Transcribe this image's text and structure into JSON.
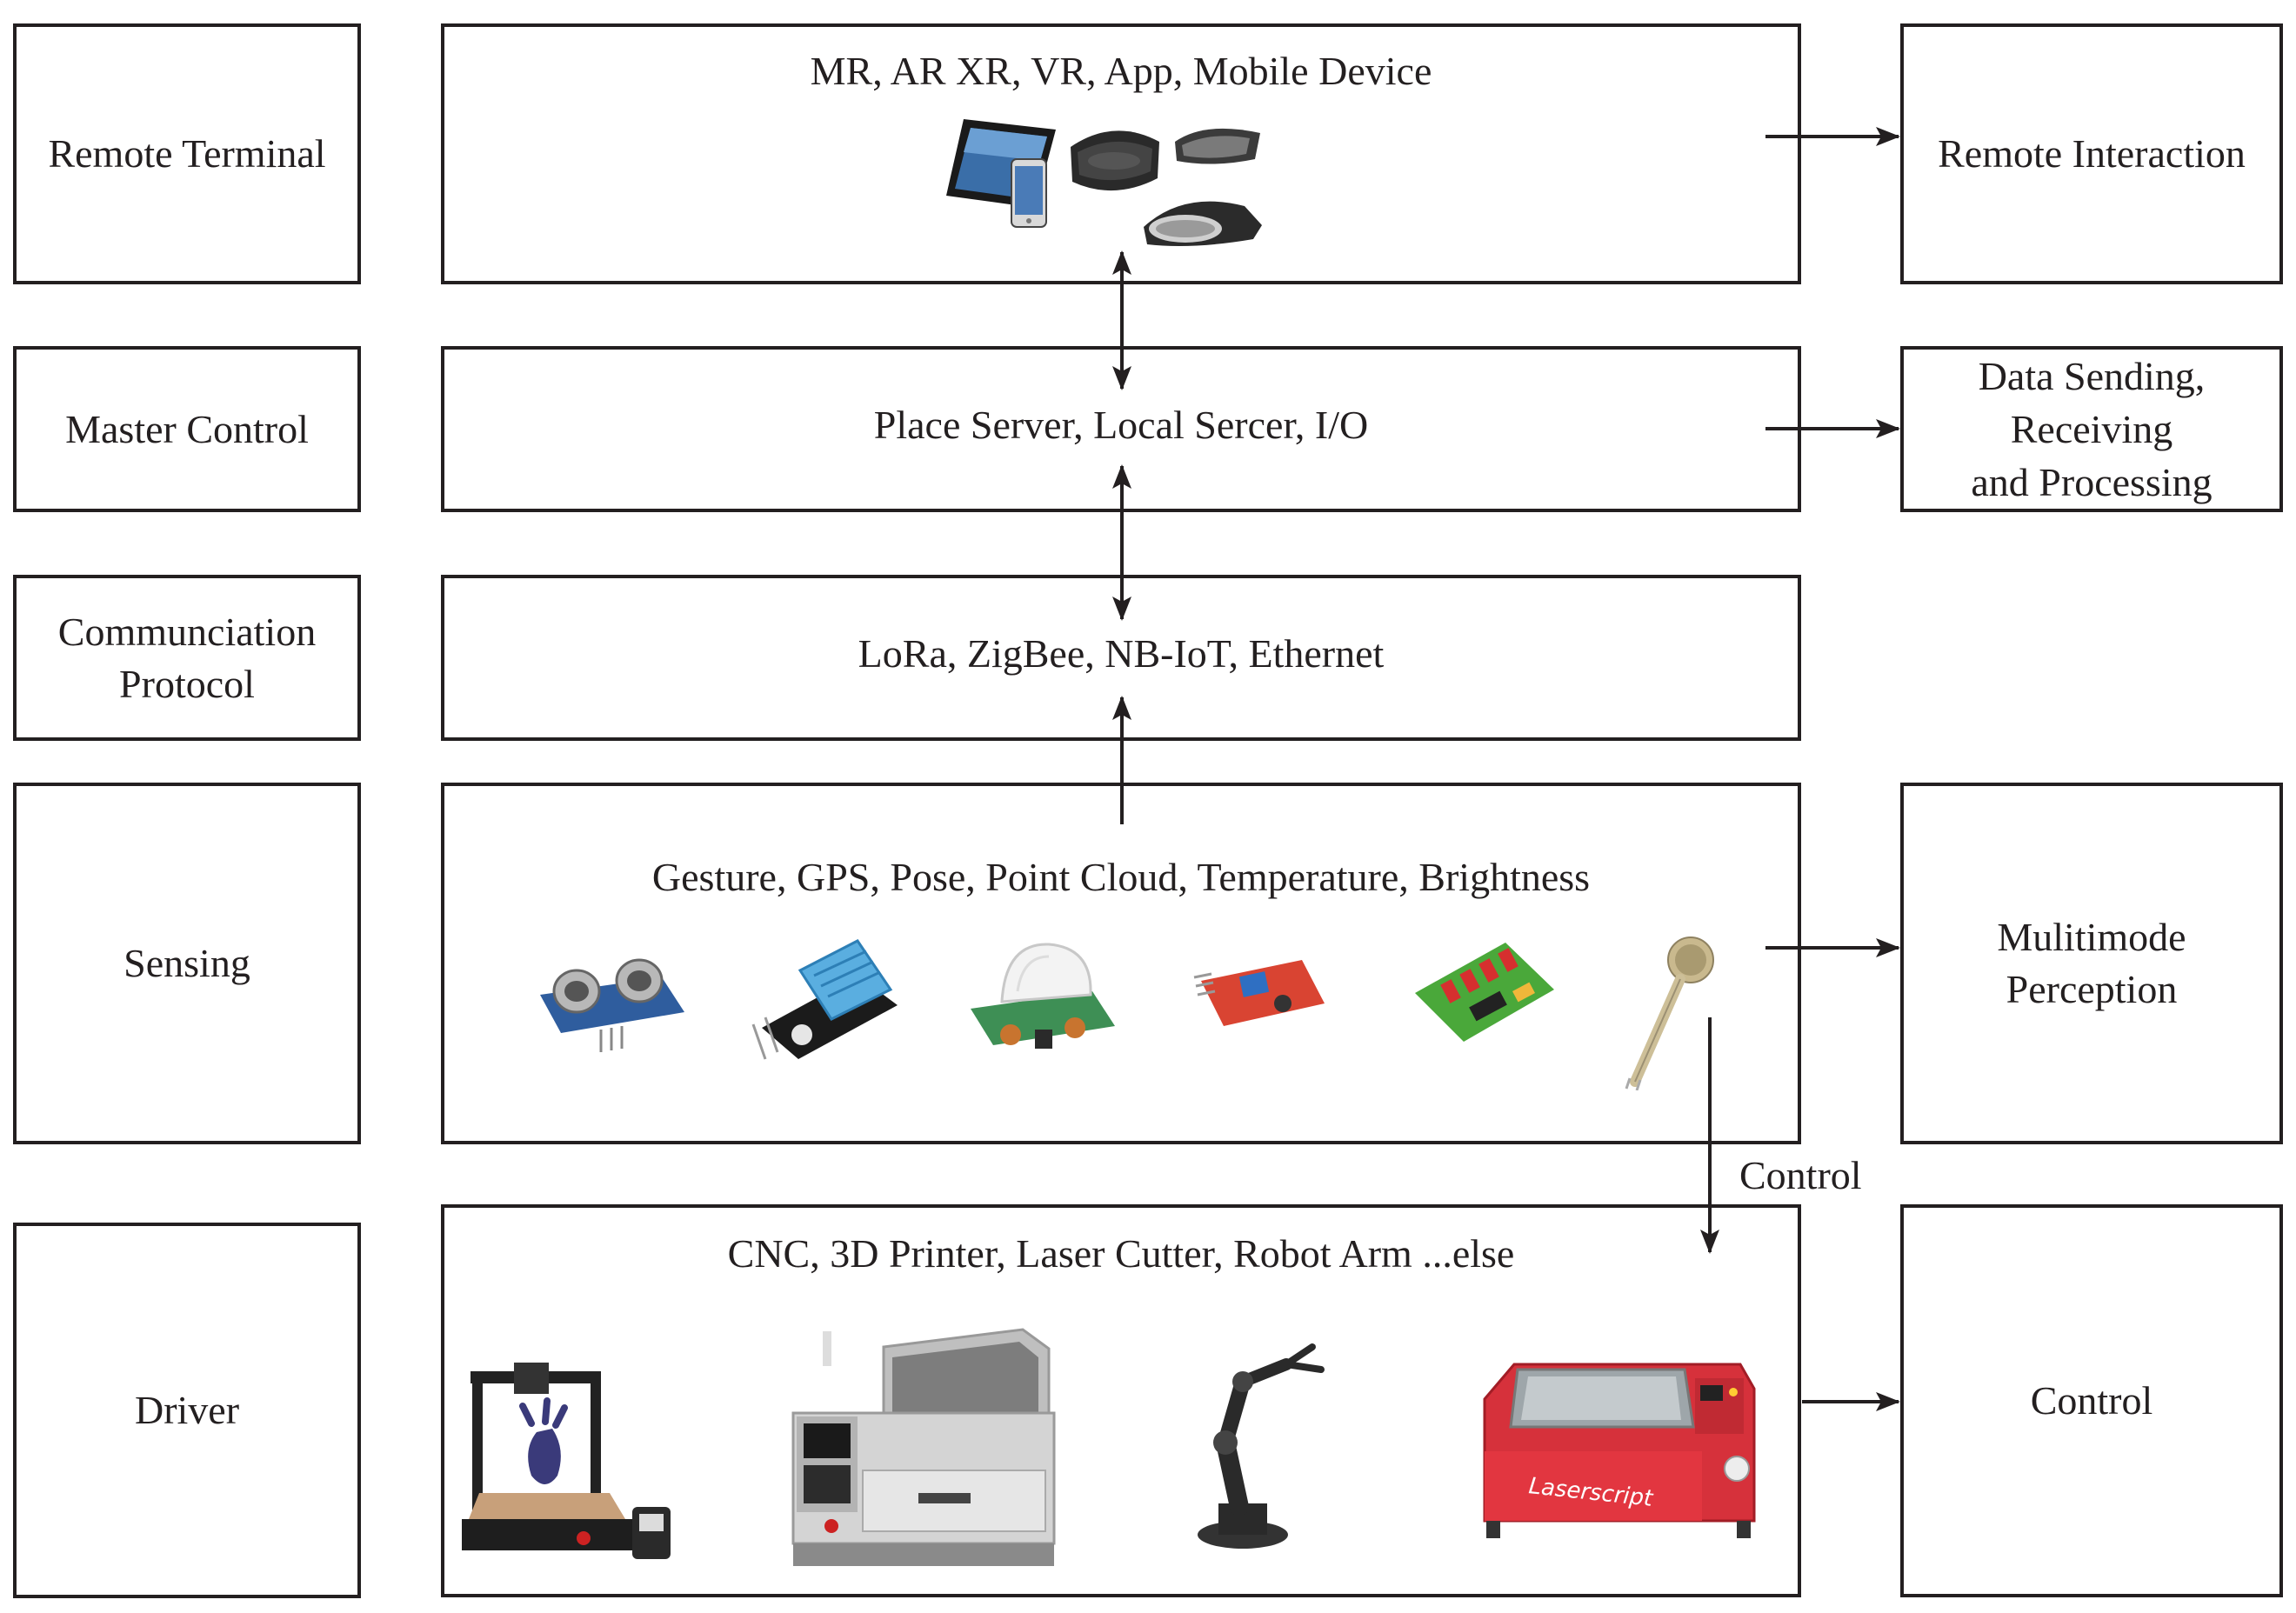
{
  "left_column": {
    "remote_terminal": "Remote Terminal",
    "master_control": "Master Control",
    "communication_protocol": "Communciation\nProtocol",
    "sensing": "Sensing",
    "driver": "Driver"
  },
  "middle_column": {
    "remote_devices": "MR, AR XR, VR, App, Mobile Device",
    "server": "Place Server, Local Sercer, I/O",
    "protocols": "LoRa, ZigBee, NB-IoT, Ethernet",
    "sensors": "Gesture, GPS, Pose, Point Cloud, Temperature, Brightness",
    "machines": "CNC, 3D Printer, Laser Cutter, Robot Arm ...else"
  },
  "right_column": {
    "remote_interaction": "Remote Interaction",
    "data_processing": "Data Sending,\nReceiving\nand Processing",
    "multimode_perception": "Mulitimode\nPerception",
    "control": "Control"
  },
  "arrow_labels": {
    "control": "Control"
  },
  "product_labels": {
    "laser_brand": "Laserscript"
  }
}
